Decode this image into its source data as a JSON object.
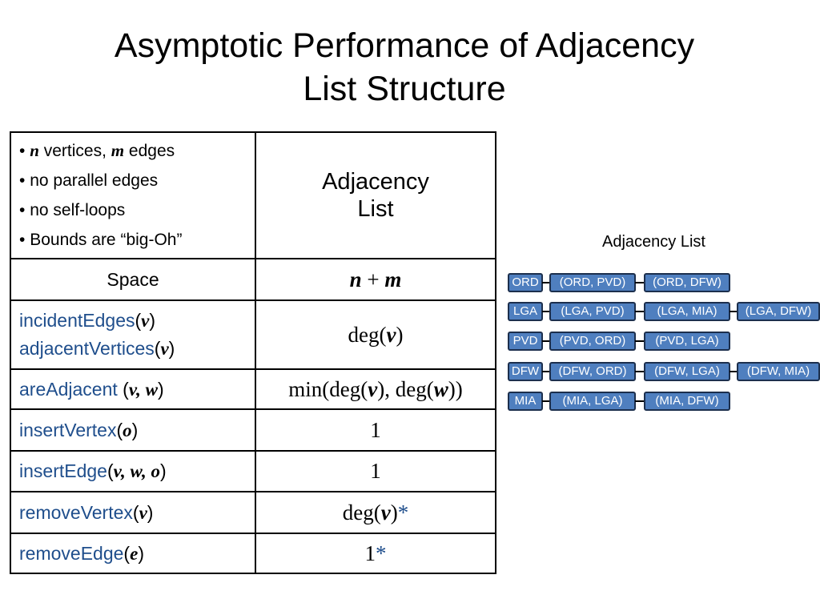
{
  "title": {
    "line1": "Asymptotic Performance of Adjacency",
    "line2": "List Structure"
  },
  "assumptions": [
    {
      "var": "n",
      "text": " vertices, ",
      "var2": "m",
      "text2": " edges"
    },
    {
      "text": "no parallel edges"
    },
    {
      "text": "no self-loops"
    },
    {
      "text": "Bounds are “big-Oh”"
    }
  ],
  "bullet": "•",
  "column_header": {
    "line1": "Adjacency",
    "line2": "List"
  },
  "rows": {
    "space": {
      "label": "Space",
      "cost_a": "n",
      "cost_op": " + ",
      "cost_b": "m"
    },
    "incident": {
      "op1": "incidentEdges",
      "op1_arg": "v",
      "op2": "adjacentVertices",
      "op2_arg": "v",
      "cost_pre": "deg(",
      "cost_var": "v",
      "cost_post": ")"
    },
    "are_adjacent": {
      "op": "areAdjacent ",
      "arg": "v, w",
      "cost_pre": "min(deg(",
      "cost_v": "v",
      "cost_mid": "), deg(",
      "cost_w": "w",
      "cost_post": "))"
    },
    "insert_vertex": {
      "op": "insertVertex",
      "arg": "o",
      "cost": "1"
    },
    "insert_edge": {
      "op": "insertEdge",
      "arg": "v, w, o",
      "cost": "1"
    },
    "remove_vertex": {
      "op": "removeVertex",
      "arg": "v",
      "cost_pre": "deg(",
      "cost_var": "v",
      "cost_post": ")",
      "star": "*"
    },
    "remove_edge": {
      "op": "removeEdge",
      "arg": "e",
      "cost": "1",
      "star": "*"
    }
  },
  "adjacency_list": {
    "caption": "Adjacency List",
    "rows": [
      {
        "vertex": "ORD",
        "edges": [
          "(ORD, PVD)",
          "(ORD, DFW)"
        ]
      },
      {
        "vertex": "LGA",
        "edges": [
          "(LGA, PVD)",
          "(LGA, MIA)",
          "(LGA, DFW)"
        ]
      },
      {
        "vertex": "PVD",
        "edges": [
          "(PVD, ORD)",
          "(PVD, LGA)"
        ]
      },
      {
        "vertex": "DFW",
        "edges": [
          "(DFW, ORD)",
          "(DFW, LGA)",
          "(DFW, MIA)"
        ]
      },
      {
        "vertex": "MIA",
        "edges": [
          "(MIA, LGA)",
          "(MIA, DFW)"
        ]
      }
    ]
  },
  "colors": {
    "operation_text": "#1f4e8c",
    "node_fill": "#4f7fbf",
    "node_border": "#1c2f4d"
  }
}
